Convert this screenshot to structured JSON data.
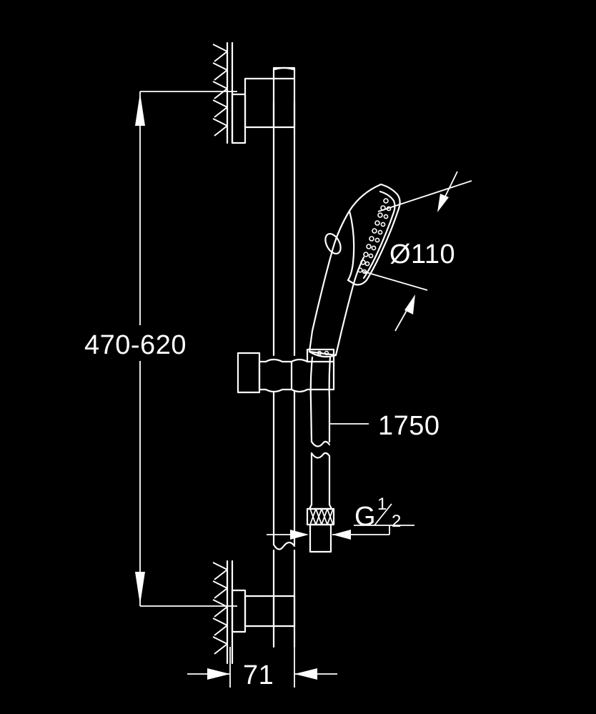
{
  "drawing": {
    "title": "Shower rail set dimensional drawing",
    "background_color": "#000000",
    "line_color": "#ffffff",
    "product": "shower-rail-set",
    "dimensions": {
      "rail_height_range": {
        "label": "470-620",
        "name": "rail-height-range",
        "unit": "mm",
        "orientation": "vertical",
        "position": "left"
      },
      "shower_head_diameter": {
        "label": "Ø110",
        "symbol": "Ø",
        "value": "110",
        "name": "shower-head-diameter",
        "unit": "mm",
        "orientation": "leader",
        "position": "right-upper"
      },
      "hose_length": {
        "label": "1750",
        "name": "hose-length",
        "unit": "mm",
        "orientation": "leader",
        "position": "right-middle"
      },
      "thread_size": {
        "prefix": "G",
        "numerator": "1",
        "denominator": "2",
        "label": "G 1/2",
        "name": "thread-size",
        "orientation": "horizontal",
        "position": "right-lower"
      },
      "wall_projection": {
        "label": "71",
        "name": "wall-projection",
        "unit": "mm",
        "orientation": "horizontal",
        "position": "bottom"
      }
    },
    "components": [
      {
        "name": "wall-section-top",
        "label": "Wall (hatched) upper"
      },
      {
        "name": "wall-bracket-top",
        "label": "Upper wall bracket"
      },
      {
        "name": "shower-rail",
        "label": "Vertical shower rail"
      },
      {
        "name": "slider-bracket",
        "label": "Adjustable slider bracket"
      },
      {
        "name": "hand-shower",
        "label": "Hand shower head"
      },
      {
        "name": "shower-hose",
        "label": "Flexible shower hose"
      },
      {
        "name": "hose-connector-nut",
        "label": "Knurled hose connector nut"
      },
      {
        "name": "wall-bracket-bottom",
        "label": "Lower wall bracket"
      },
      {
        "name": "wall-section-bottom",
        "label": "Wall (hatched) lower"
      }
    ]
  }
}
